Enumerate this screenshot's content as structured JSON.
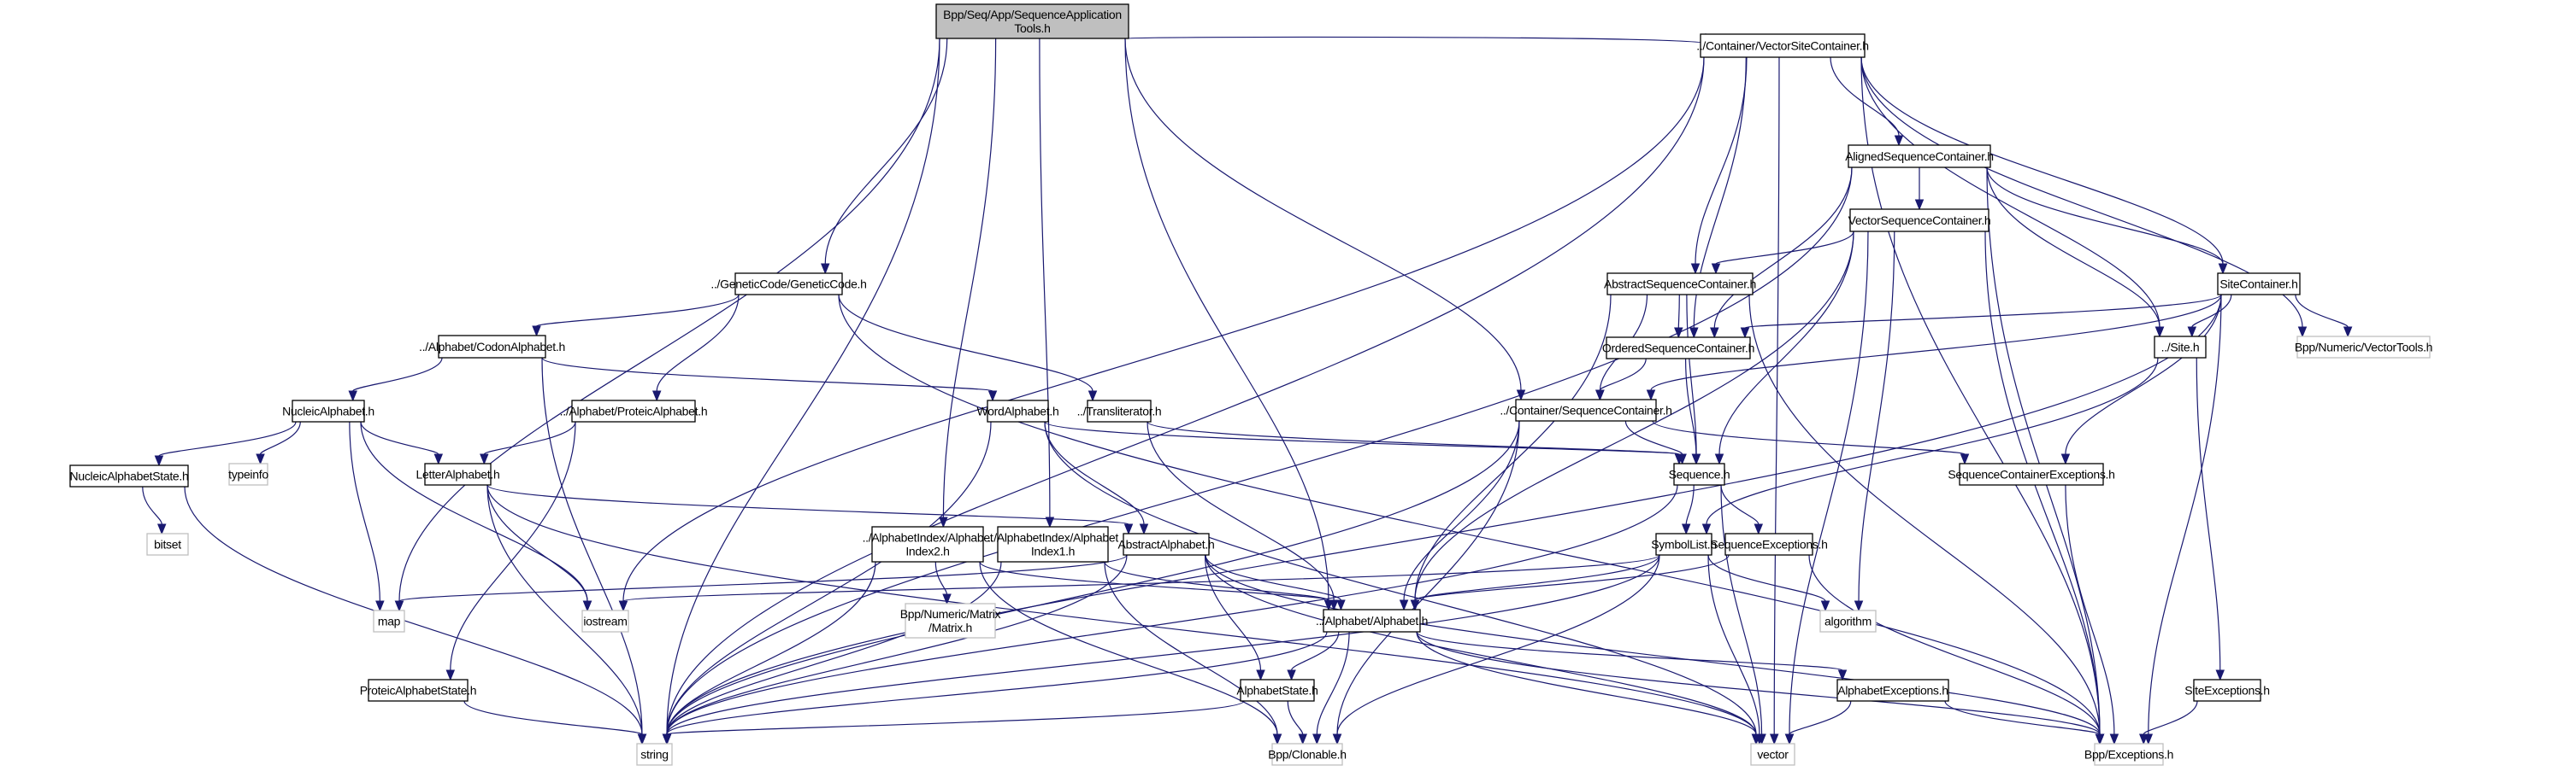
{
  "graph": {
    "title": "Include dependency graph for Bpp/Seq/App/SequenceApplicationTools.h",
    "edge_color": "#191970",
    "nodes": [
      {
        "id": "root",
        "label": [
          "Bpp/Seq/App/SequenceApplication",
          "Tools.h"
        ],
        "kind": "root"
      },
      {
        "id": "vsc",
        "label": [
          "../Container/VectorSiteContainer.h"
        ],
        "kind": "local"
      },
      {
        "id": "asc",
        "label": [
          "AlignedSequenceContainer.h"
        ],
        "kind": "local"
      },
      {
        "id": "vseqc",
        "label": [
          "VectorSequenceContainer.h"
        ],
        "kind": "local"
      },
      {
        "id": "abseqc",
        "label": [
          "AbstractSequenceContainer.h"
        ],
        "kind": "local"
      },
      {
        "id": "sitec",
        "label": [
          "SiteContainer.h"
        ],
        "kind": "local"
      },
      {
        "id": "oseqc",
        "label": [
          "OrderedSequenceContainer.h"
        ],
        "kind": "local"
      },
      {
        "id": "site",
        "label": [
          "../Site.h"
        ],
        "kind": "local"
      },
      {
        "id": "vtools",
        "label": [
          "Bpp/Numeric/VectorTools.h"
        ],
        "kind": "external"
      },
      {
        "id": "gcode",
        "label": [
          "../GeneticCode/GeneticCode.h"
        ],
        "kind": "local"
      },
      {
        "id": "codon",
        "label": [
          "../Alphabet/CodonAlphabet.h"
        ],
        "kind": "local"
      },
      {
        "id": "nucleic",
        "label": [
          "NucleicAlphabet.h"
        ],
        "kind": "local"
      },
      {
        "id": "proteic",
        "label": [
          "../Alphabet/ProteicAlphabet.h"
        ],
        "kind": "local"
      },
      {
        "id": "word",
        "label": [
          "WordAlphabet.h"
        ],
        "kind": "local"
      },
      {
        "id": "translit",
        "label": [
          "../Transliterator.h"
        ],
        "kind": "local"
      },
      {
        "id": "seqc",
        "label": [
          "../Container/SequenceContainer.h"
        ],
        "kind": "local"
      },
      {
        "id": "seqcexc",
        "label": [
          "SequenceContainerExceptions.h"
        ],
        "kind": "local"
      },
      {
        "id": "nucstate",
        "label": [
          "NucleicAlphabetState.h"
        ],
        "kind": "local"
      },
      {
        "id": "typeinfo",
        "label": [
          "typeinfo"
        ],
        "kind": "external"
      },
      {
        "id": "letter",
        "label": [
          "LetterAlphabet.h"
        ],
        "kind": "local"
      },
      {
        "id": "sequence",
        "label": [
          "Sequence.h"
        ],
        "kind": "local"
      },
      {
        "id": "bitset",
        "label": [
          "bitset"
        ],
        "kind": "external"
      },
      {
        "id": "aidx2",
        "label": [
          "../AlphabetIndex/Alphabet",
          "Index2.h"
        ],
        "kind": "local"
      },
      {
        "id": "aidx1",
        "label": [
          "../AlphabetIndex/Alphabet",
          "Index1.h"
        ],
        "kind": "local"
      },
      {
        "id": "absalpha",
        "label": [
          "AbstractAlphabet.h"
        ],
        "kind": "local"
      },
      {
        "id": "symlist",
        "label": [
          "SymbolList.h"
        ],
        "kind": "local"
      },
      {
        "id": "seqexc",
        "label": [
          "SequenceExceptions.h"
        ],
        "kind": "local"
      },
      {
        "id": "map",
        "label": [
          "map"
        ],
        "kind": "external"
      },
      {
        "id": "iostream",
        "label": [
          "iostream"
        ],
        "kind": "external"
      },
      {
        "id": "matrix",
        "label": [
          "Bpp/Numeric/Matrix",
          "/Matrix.h"
        ],
        "kind": "external"
      },
      {
        "id": "alphabet",
        "label": [
          "../Alphabet/Alphabet.h"
        ],
        "kind": "local"
      },
      {
        "id": "algorithm",
        "label": [
          "algorithm"
        ],
        "kind": "external"
      },
      {
        "id": "protstate",
        "label": [
          "ProteicAlphabetState.h"
        ],
        "kind": "local"
      },
      {
        "id": "alphastate",
        "label": [
          "AlphabetState.h"
        ],
        "kind": "local"
      },
      {
        "id": "alphaexc",
        "label": [
          "AlphabetExceptions.h"
        ],
        "kind": "local"
      },
      {
        "id": "siteexc",
        "label": [
          "SiteExceptions.h"
        ],
        "kind": "local"
      },
      {
        "id": "string",
        "label": [
          "string"
        ],
        "kind": "external"
      },
      {
        "id": "clonable",
        "label": [
          "Bpp/Clonable.h"
        ],
        "kind": "external"
      },
      {
        "id": "vector",
        "label": [
          "vector"
        ],
        "kind": "external"
      },
      {
        "id": "exceptions",
        "label": [
          "Bpp/Exceptions.h"
        ],
        "kind": "external"
      }
    ],
    "edges": [
      [
        "root",
        "vsc"
      ],
      [
        "root",
        "string"
      ],
      [
        "root",
        "map"
      ],
      [
        "root",
        "gcode"
      ],
      [
        "root",
        "aidx2"
      ],
      [
        "root",
        "aidx1"
      ],
      [
        "root",
        "alphabet"
      ],
      [
        "root",
        "seqc"
      ],
      [
        "vsc",
        "asc"
      ],
      [
        "vsc",
        "abseqc"
      ],
      [
        "vsc",
        "sitec"
      ],
      [
        "vsc",
        "oseqc"
      ],
      [
        "vsc",
        "site"
      ],
      [
        "vsc",
        "vtools"
      ],
      [
        "vsc",
        "iostream"
      ],
      [
        "vsc",
        "string"
      ],
      [
        "vsc",
        "vector"
      ],
      [
        "vsc",
        "exceptions"
      ],
      [
        "asc",
        "vseqc"
      ],
      [
        "asc",
        "sitec"
      ],
      [
        "asc",
        "oseqc"
      ],
      [
        "asc",
        "site"
      ],
      [
        "asc",
        "string"
      ],
      [
        "asc",
        "exceptions"
      ],
      [
        "vseqc",
        "abseqc"
      ],
      [
        "vseqc",
        "sequence"
      ],
      [
        "vseqc",
        "algorithm"
      ],
      [
        "vseqc",
        "vector"
      ],
      [
        "vseqc",
        "alphabet"
      ],
      [
        "vseqc",
        "exceptions"
      ],
      [
        "abseqc",
        "oseqc"
      ],
      [
        "abseqc",
        "seqc"
      ],
      [
        "abseqc",
        "sequence"
      ],
      [
        "abseqc",
        "alphabet"
      ],
      [
        "abseqc",
        "exceptions"
      ],
      [
        "sitec",
        "site"
      ],
      [
        "sitec",
        "oseqc"
      ],
      [
        "sitec",
        "seqc"
      ],
      [
        "sitec",
        "vtools"
      ],
      [
        "sitec",
        "seqcexc"
      ],
      [
        "sitec",
        "string"
      ],
      [
        "sitec",
        "exceptions"
      ],
      [
        "oseqc",
        "seqc"
      ],
      [
        "oseqc",
        "sequence"
      ],
      [
        "site",
        "symlist"
      ],
      [
        "site",
        "siteexc"
      ],
      [
        "gcode",
        "codon"
      ],
      [
        "gcode",
        "proteic"
      ],
      [
        "gcode",
        "translit"
      ],
      [
        "gcode",
        "exceptions"
      ],
      [
        "codon",
        "nucleic"
      ],
      [
        "codon",
        "word"
      ],
      [
        "codon",
        "string"
      ],
      [
        "nucleic",
        "nucstate"
      ],
      [
        "nucleic",
        "typeinfo"
      ],
      [
        "nucleic",
        "letter"
      ],
      [
        "nucleic",
        "map"
      ],
      [
        "nucleic",
        "iostream"
      ],
      [
        "proteic",
        "letter"
      ],
      [
        "proteic",
        "protstate"
      ],
      [
        "word",
        "absalpha"
      ],
      [
        "word",
        "sequence"
      ],
      [
        "word",
        "string"
      ],
      [
        "word",
        "vector"
      ],
      [
        "translit",
        "sequence"
      ],
      [
        "translit",
        "alphabet"
      ],
      [
        "seqc",
        "sequence"
      ],
      [
        "seqc",
        "seqcexc"
      ],
      [
        "seqc",
        "alphabet"
      ],
      [
        "seqc",
        "clonable"
      ],
      [
        "seqc",
        "string"
      ],
      [
        "seqcexc",
        "exceptions"
      ],
      [
        "nucstate",
        "bitset"
      ],
      [
        "nucstate",
        "string"
      ],
      [
        "letter",
        "absalpha"
      ],
      [
        "letter",
        "iostream"
      ],
      [
        "letter",
        "string"
      ],
      [
        "letter",
        "vector"
      ],
      [
        "sequence",
        "symlist"
      ],
      [
        "sequence",
        "seqexc"
      ],
      [
        "sequence",
        "string"
      ],
      [
        "sequence",
        "vector"
      ],
      [
        "aidx2",
        "matrix"
      ],
      [
        "aidx2",
        "alphabet"
      ],
      [
        "aidx2",
        "clonable"
      ],
      [
        "aidx2",
        "string"
      ],
      [
        "aidx1",
        "alphabet"
      ],
      [
        "aidx1",
        "clonable"
      ],
      [
        "aidx1",
        "string"
      ],
      [
        "absalpha",
        "alphabet"
      ],
      [
        "absalpha",
        "alphastate"
      ],
      [
        "absalpha",
        "map"
      ],
      [
        "absalpha",
        "string"
      ],
      [
        "absalpha",
        "vector"
      ],
      [
        "absalpha",
        "exceptions"
      ],
      [
        "symlist",
        "alphabet"
      ],
      [
        "symlist",
        "algorithm"
      ],
      [
        "symlist",
        "vector"
      ],
      [
        "symlist",
        "iostream"
      ],
      [
        "symlist",
        "string"
      ],
      [
        "symlist",
        "clonable"
      ],
      [
        "seqexc",
        "alphabet"
      ],
      [
        "seqexc",
        "exceptions"
      ],
      [
        "alphabet",
        "alphastate"
      ],
      [
        "alphabet",
        "alphaexc"
      ],
      [
        "alphabet",
        "string"
      ],
      [
        "alphabet",
        "vector"
      ],
      [
        "alphabet",
        "clonable"
      ],
      [
        "alphabet",
        "exceptions"
      ],
      [
        "protstate",
        "string"
      ],
      [
        "alphastate",
        "clonable"
      ],
      [
        "alphastate",
        "string"
      ],
      [
        "alphaexc",
        "vector"
      ],
      [
        "alphaexc",
        "exceptions"
      ],
      [
        "siteexc",
        "exceptions"
      ]
    ]
  }
}
